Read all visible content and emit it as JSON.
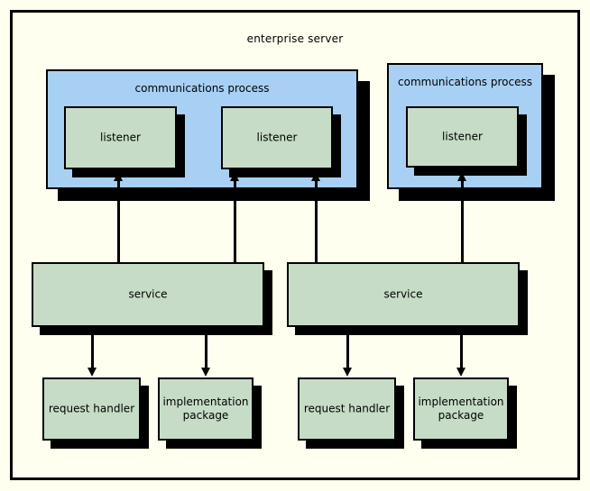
{
  "diagram": {
    "title": "enterprise server",
    "background_color": "#fffff0",
    "frame_color": "#000000",
    "process_fill_color": "#a8d0f5",
    "component_fill_color": "#c6dcc6",
    "shadow_color": "#000000"
  },
  "processes": [
    {
      "label": "communications process",
      "listeners": [
        {
          "label": "listener"
        },
        {
          "label": "listener"
        }
      ]
    },
    {
      "label": "communications process",
      "listeners": [
        {
          "label": "listener"
        }
      ]
    }
  ],
  "services": [
    {
      "label": "service",
      "children": [
        {
          "label": "request handler"
        },
        {
          "label": "implementation\npackage",
          "line1": "implementation",
          "line2": "package"
        }
      ]
    },
    {
      "label": "service",
      "children": [
        {
          "label": "request handler"
        },
        {
          "label": "implementation\npackage",
          "line1": "implementation",
          "line2": "package"
        }
      ]
    }
  ]
}
